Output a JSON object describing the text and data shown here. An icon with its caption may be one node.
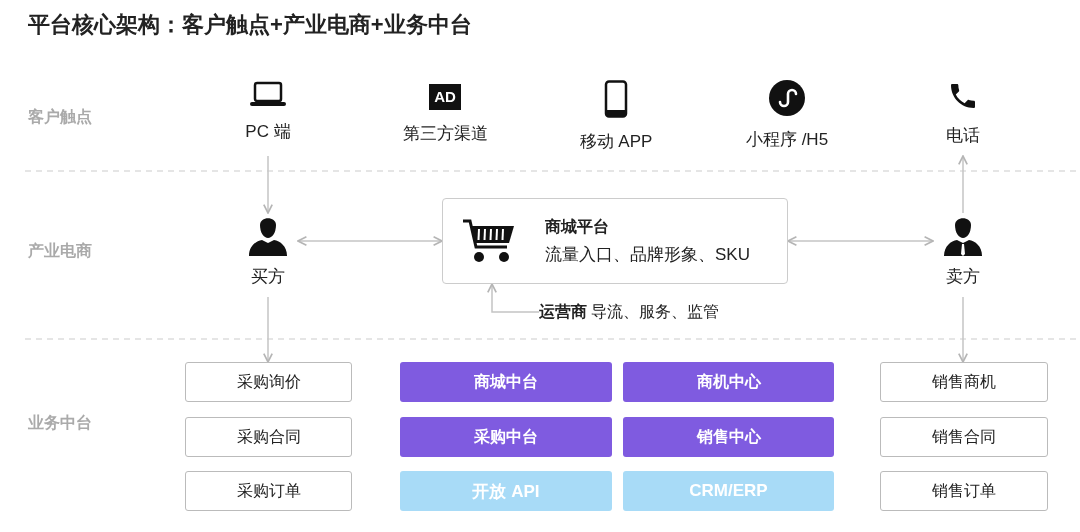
{
  "diagram": {
    "title": "平台核心架构：客户触点+产业电商+业务中台",
    "nodes": [
      {
        "text": [
          "PC 端"
        ]
      },
      {
        "text": [
          "第三方渠道"
        ]
      },
      {
        "text": [
          "移动 APP"
        ]
      },
      {
        "text": [
          "小程序 /H5"
        ]
      },
      {
        "text": [
          "电话"
        ]
      },
      {
        "text": [
          "买方"
        ]
      },
      {
        "text": [
          "商城平台",
          "流量入口、品牌形象、SKU"
        ]
      },
      {
        "text": [
          "卖方"
        ]
      },
      {
        "text": [
          "**运营商** 导流、服务、监管"
        ]
      },
      {
        "text": [
          "采购询价"
        ]
      },
      {
        "text": [
          "采购合同"
        ]
      },
      {
        "text": [
          "采购订单"
        ]
      },
      {
        "text": [
          "商城中台"
        ]
      },
      {
        "text": [
          "商机中心"
        ]
      },
      {
        "text": [
          "采购中台"
        ]
      },
      {
        "text": [
          "销售中心"
        ]
      },
      {
        "text": [
          "开放 API"
        ]
      },
      {
        "text": [
          "CRM/ERP"
        ]
      },
      {
        "text": [
          "销售商机"
        ]
      },
      {
        "text": [
          "销售合同"
        ]
      },
      {
        "text": [
          "销售订单"
        ]
      }
    ],
    "edges": [
      {
        "from": 0,
        "to": 5,
        "arrow": "to"
      },
      {
        "from": 5,
        "to": 6,
        "arrow": "both"
      },
      {
        "from": 6,
        "to": 7,
        "arrow": "both"
      },
      {
        "from": 7,
        "to": 4,
        "arrow": "to"
      },
      {
        "from": 8,
        "to": 6,
        "arrow": "to"
      },
      {
        "from": 5,
        "to": 9,
        "arrow": "to"
      },
      {
        "from": 7,
        "to": 18,
        "arrow": "to"
      }
    ],
    "labels": [
      "客户触点",
      "产业电商",
      "业务中台",
      "AD"
    ]
  }
}
